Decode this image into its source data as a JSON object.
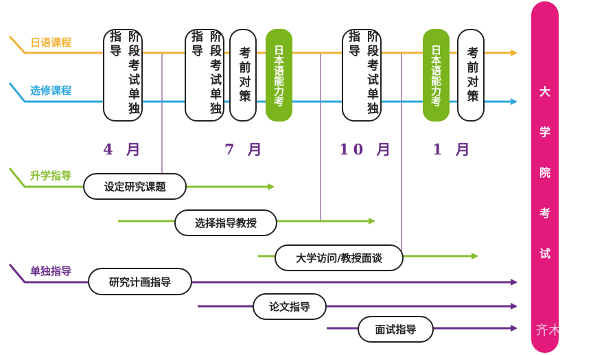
{
  "rows": {
    "japanese": {
      "label": "日语课程",
      "color": "#f2b233"
    },
    "elective": {
      "label": "选修课程",
      "color": "#2ea7dd"
    },
    "guidance": {
      "label": "升学指导",
      "color": "#86be2e"
    },
    "individual": {
      "label": "单独指导",
      "color": "#6a2c8a"
    }
  },
  "stage_pills": {
    "p1": "阶段考试单独指导",
    "p2": "阶段考试单独指导",
    "p3": "考前对策",
    "p4": "阶段考试单独指导",
    "p5": "考前对策"
  },
  "jlpt": {
    "p1": "日本语能力考",
    "p2": "日本语能力考"
  },
  "months": {
    "m1": "4 月",
    "m2": "7 月",
    "m3": "10 月",
    "m4": "1 月"
  },
  "guidance_items": {
    "research_topic": "设定研究课题",
    "professor": "选择指导教授",
    "visit": "大学访问/教授面谈"
  },
  "individual_items": {
    "plan": "研究计画指导",
    "thesis": "论文指导",
    "interview": "面试指导"
  },
  "exam": {
    "c1": "大",
    "c2": "学",
    "c3": "院",
    "c4": "考",
    "c5": "试"
  },
  "watermark": "齐木"
}
